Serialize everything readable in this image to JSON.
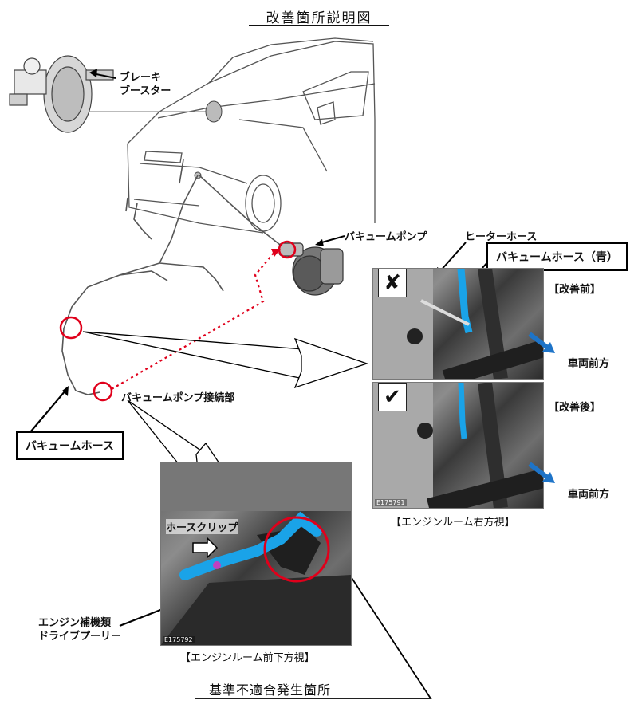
{
  "title": "改善箇所説明図",
  "labels": {
    "brake_booster_line1": "ブレーキ",
    "brake_booster_line2": "ブースター",
    "vacuum_pump": "バキュームポンプ",
    "heater_hose": "ヒーターホース",
    "vacuum_hose_blue": "バキュームホース（青）",
    "vacuum_pump_connection": "バキュームポンプ接続部",
    "vacuum_hose": "バキュームホース",
    "hose_clip": "ホースクリップ",
    "aux_pulley_line1": "エンジン補機類",
    "aux_pulley_line2": "ドライブプーリー",
    "before": "【改善前】",
    "after": "【改善後】",
    "vehicle_front_1": "車両前方",
    "vehicle_front_2": "車両前方",
    "caption_right_view": "【エンジンルーム右方視】",
    "caption_front_bottom_view": "【エンジンルーム前下方視】",
    "nonconformity_location": "基準不適合発生箇所"
  },
  "photo_codes": {
    "right_view": "E175791",
    "bottom_view": "E175792"
  },
  "badges": {
    "before_icon": "✘",
    "after_icon": "✔"
  },
  "colors": {
    "highlight_circle": "#e0001b",
    "dotted_path": "#e0001b",
    "vehicle_front_arrow": "#1e74c8",
    "hose_blue": "#1aa3e8"
  }
}
